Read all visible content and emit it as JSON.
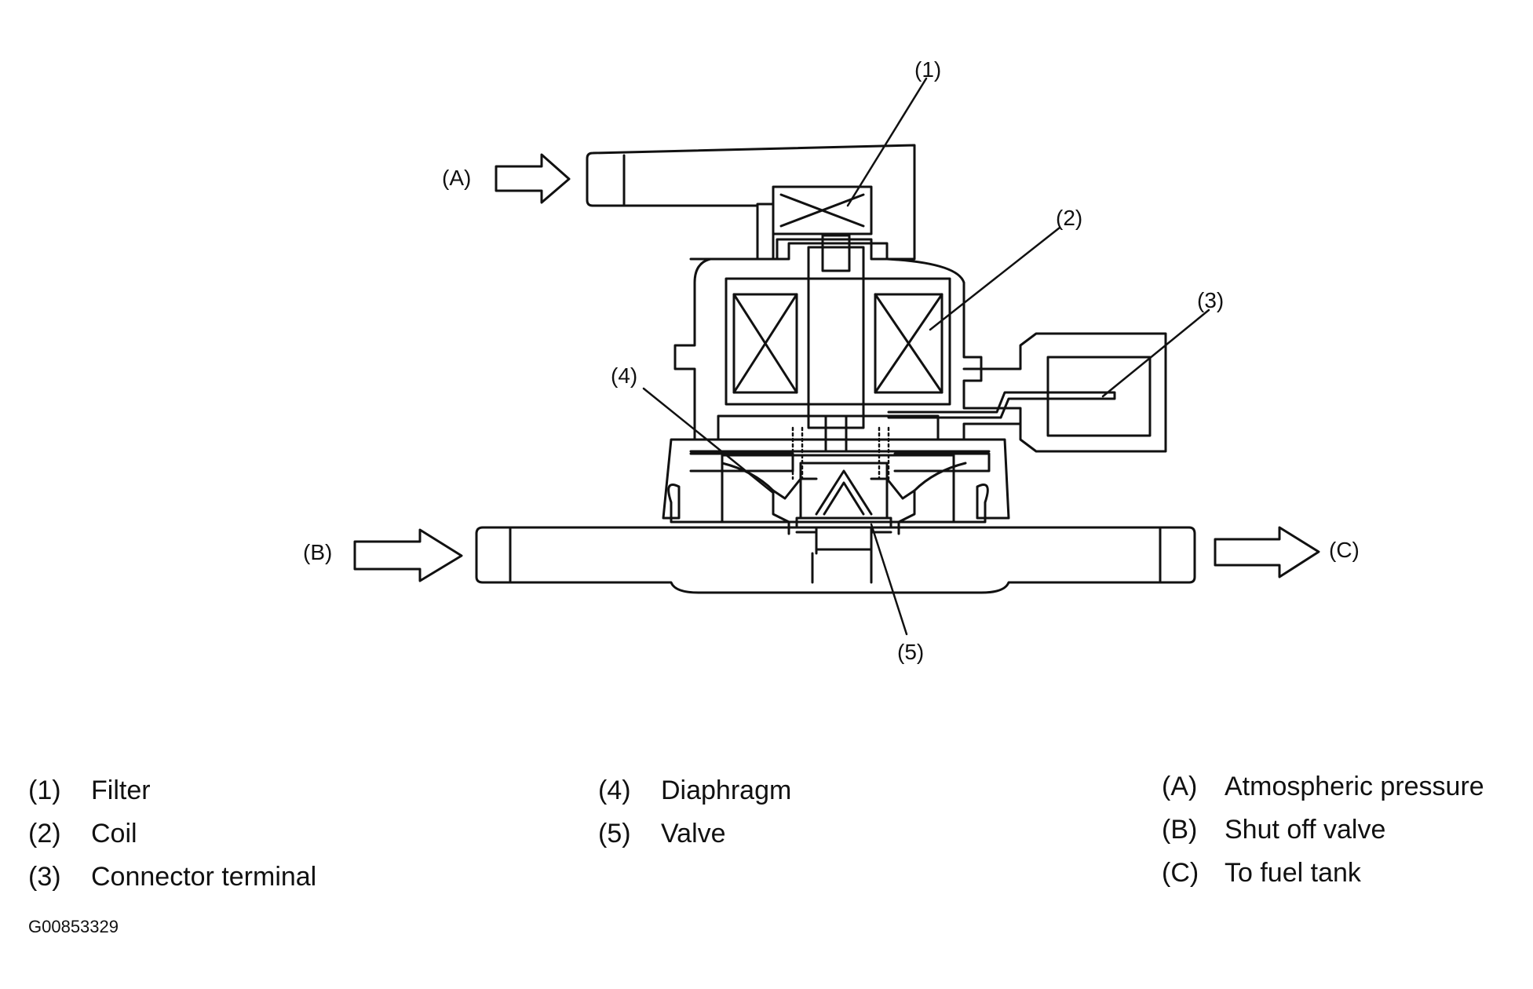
{
  "callouts": {
    "c1": "(1)",
    "c2": "(2)",
    "c3": "(3)",
    "c4": "(4)",
    "c5": "(5)",
    "A": "(A)",
    "B": "(B)",
    "C": "(C)"
  },
  "legend": {
    "col1": [
      {
        "key": "(1)",
        "text": "Filter"
      },
      {
        "key": "(2)",
        "text": "Coil"
      },
      {
        "key": "(3)",
        "text": "Connector terminal"
      }
    ],
    "col2": [
      {
        "key": "(4)",
        "text": "Diaphragm"
      },
      {
        "key": "(5)",
        "text": "Valve"
      }
    ],
    "col3": [
      {
        "key": "(A)",
        "text": "Atmospheric pressure"
      },
      {
        "key": "(B)",
        "text": "Shut off valve"
      },
      {
        "key": "(C)",
        "text": "To fuel tank"
      }
    ]
  },
  "figure_id": "G00853329"
}
